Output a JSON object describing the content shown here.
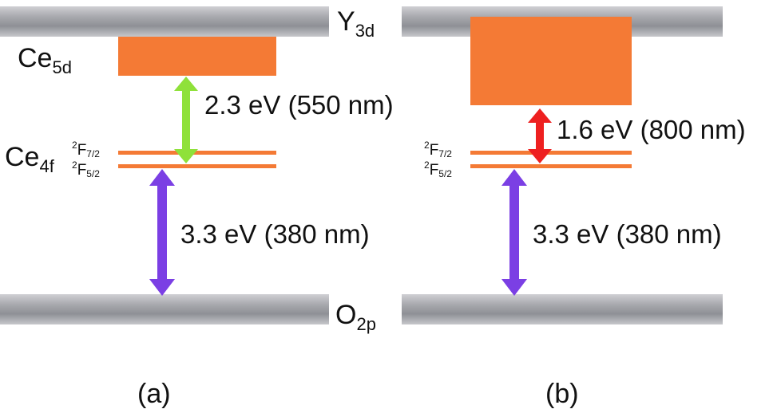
{
  "bands": {
    "conduction": {
      "label_main": "Y",
      "label_sub": "3d"
    },
    "valence": {
      "label_main": "O",
      "label_sub": "2p"
    }
  },
  "ce5d": {
    "label_main": "Ce",
    "label_sub": "5d"
  },
  "ce4f": {
    "label_main": "Ce",
    "label_sub": "4f"
  },
  "terms": {
    "upper": {
      "sup": "2",
      "main": "F",
      "sub": "7/2"
    },
    "lower": {
      "sup": "2",
      "main": "F",
      "sub": "5/2"
    }
  },
  "panels": {
    "a": {
      "caption": "(a)",
      "upper_transition": "2.3 eV (550 nm)",
      "lower_transition": "3.3 eV (380 nm)"
    },
    "b": {
      "caption": "(b)",
      "upper_transition": "1.6 eV (800 nm)",
      "lower_transition": "3.3 eV (380 nm)"
    }
  },
  "colors": {
    "ce5d": "#f47a35",
    "level": "#f47a35",
    "arrow_green": "#8fe13a",
    "arrow_purple": "#7b3fe4",
    "arrow_red": "#ee2020"
  }
}
